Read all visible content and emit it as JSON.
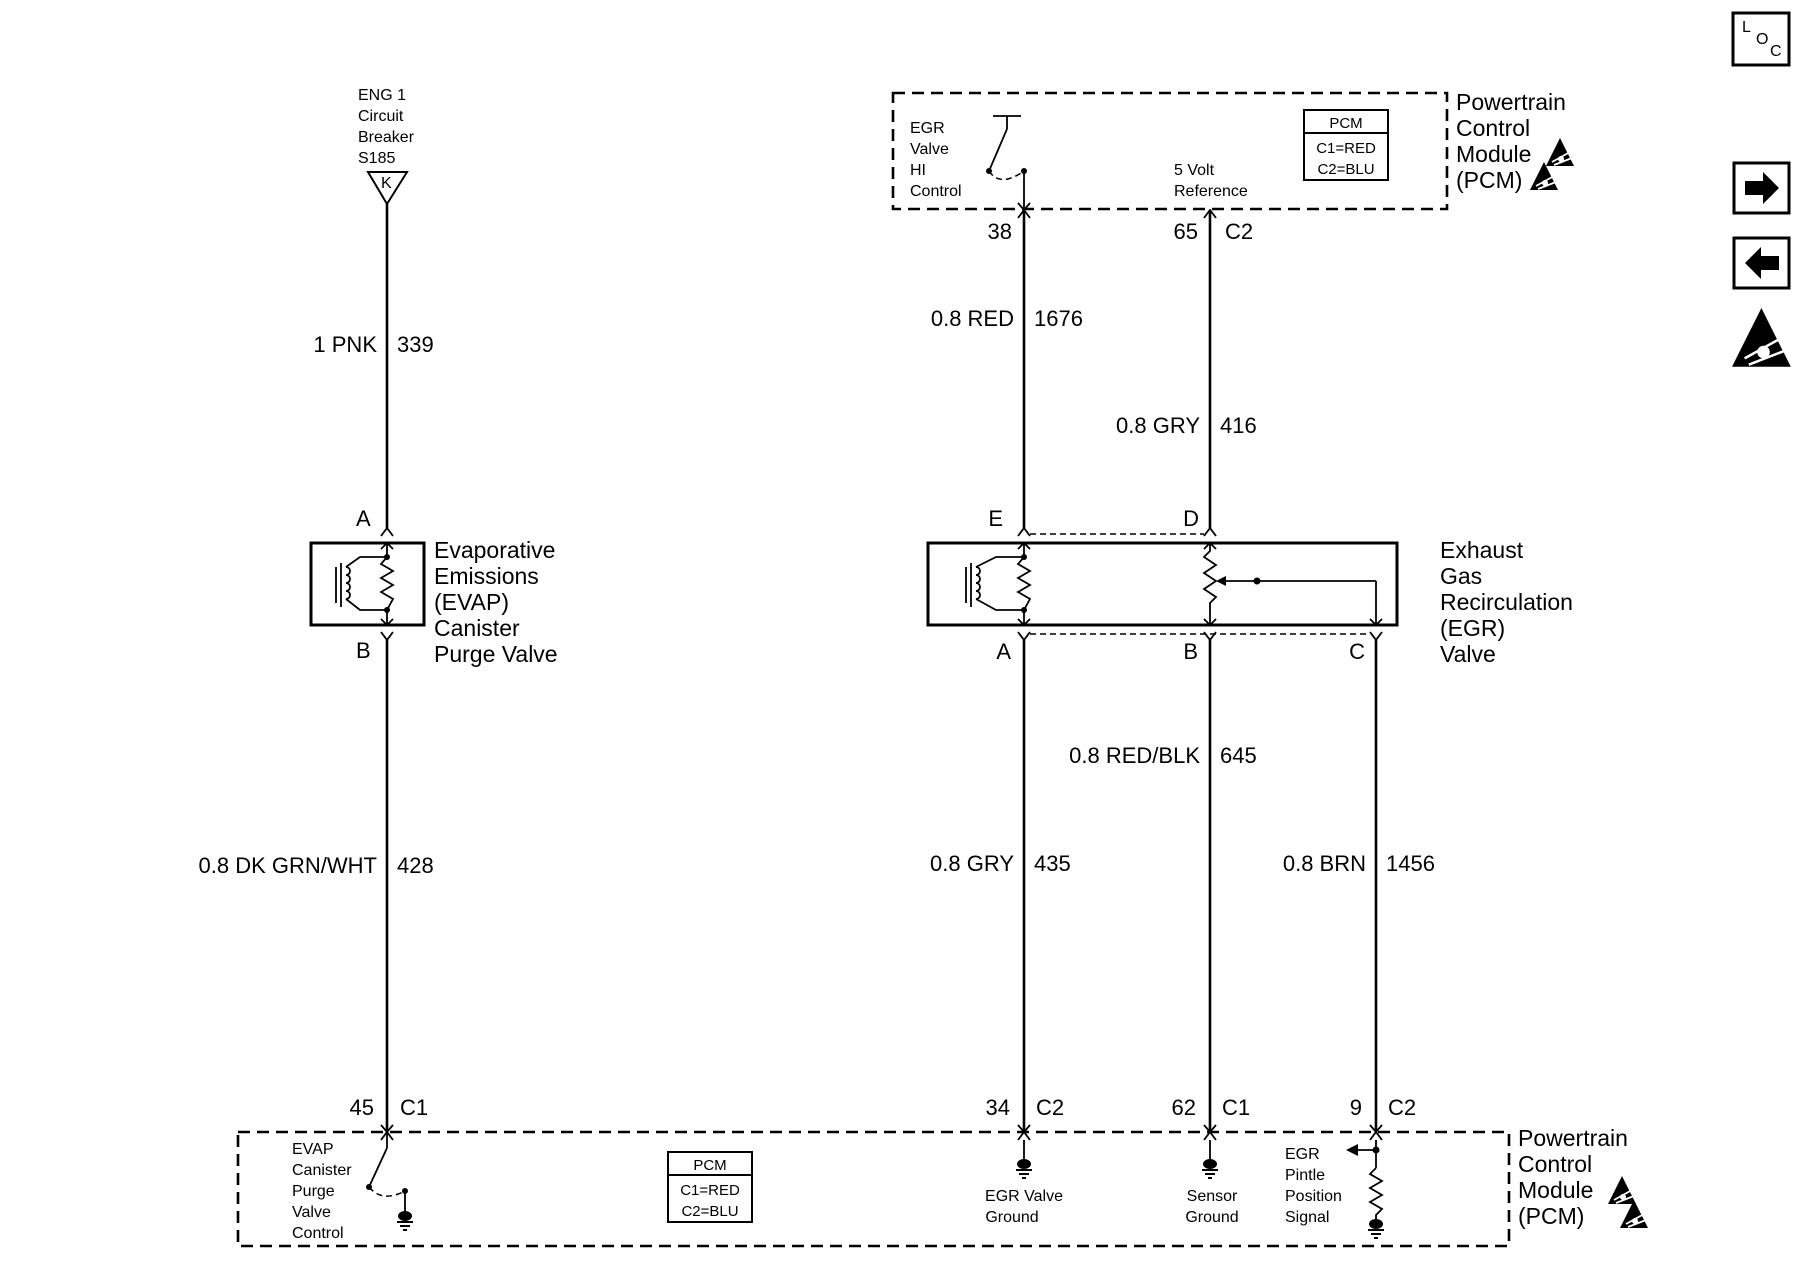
{
  "breaker": {
    "lines": [
      "ENG 1",
      "Circuit",
      "Breaker",
      "S185"
    ],
    "terminal": "K"
  },
  "evap_wire_top": {
    "size_color": "1 PNK",
    "circuit": "339"
  },
  "evap_valve": {
    "pin_a": "A",
    "pin_b": "B",
    "lines": [
      "Evaporative",
      "Emissions",
      "(EVAP)",
      "Canister",
      "Purge Valve"
    ]
  },
  "evap_wire_bottom": {
    "size_color": "0.8 DK GRN/WHT",
    "circuit": "428"
  },
  "pcm_top": {
    "lines": [
      "Powertrain",
      "Control",
      "Module",
      "(PCM)"
    ],
    "egr_hi_lines": [
      "EGR",
      "Valve",
      "HI",
      "Control"
    ],
    "ref_lines": [
      "5 Volt",
      "Reference"
    ],
    "badge": {
      "title": "PCM",
      "c1": "C1=RED",
      "c2": "C2=BLU"
    },
    "pin_38": "38",
    "pin_65": "65",
    "conn_c2": "C2"
  },
  "egr_wires_top": {
    "red": {
      "size_color": "0.8 RED",
      "circuit": "1676"
    },
    "gry": {
      "size_color": "0.8 GRY",
      "circuit": "416"
    }
  },
  "egr_valve": {
    "pin_e": "E",
    "pin_d": "D",
    "pin_a": "A",
    "pin_b": "B",
    "pin_c": "C",
    "lines": [
      "Exhaust",
      "Gas",
      "Recirculation",
      "(EGR)",
      "Valve"
    ]
  },
  "egr_wires_bottom": {
    "redblk": {
      "size_color": "0.8 RED/BLK",
      "circuit": "645"
    },
    "gry": {
      "size_color": "0.8 GRY",
      "circuit": "435"
    },
    "brn": {
      "size_color": "0.8 BRN",
      "circuit": "1456"
    }
  },
  "pcm_bottom": {
    "lines": [
      "Powertrain",
      "Control",
      "Module",
      "(PCM)"
    ],
    "evap_ctrl_lines": [
      "EVAP",
      "Canister",
      "Purge",
      "Valve",
      "Control"
    ],
    "egr_ground_lines": [
      "EGR Valve",
      "Ground"
    ],
    "sensor_ground_lines": [
      "Sensor",
      "Ground"
    ],
    "pintle_lines": [
      "EGR",
      "Pintle",
      "Position",
      "Signal"
    ],
    "badge": {
      "title": "PCM",
      "c1": "C1=RED",
      "c2": "C2=BLU"
    },
    "pin_45": "45",
    "conn_45": "C1",
    "pin_34": "34",
    "conn_34": "C2",
    "pin_62": "62",
    "conn_62": "C1",
    "pin_9": "9",
    "conn_9": "C2"
  },
  "nav": {
    "loc": {
      "l": "L",
      "o": "O",
      "c": "C"
    },
    "next_icon": "arrow-right-icon",
    "prev_icon": "arrow-left-icon",
    "esd_icon": "esd-warning-icon"
  }
}
